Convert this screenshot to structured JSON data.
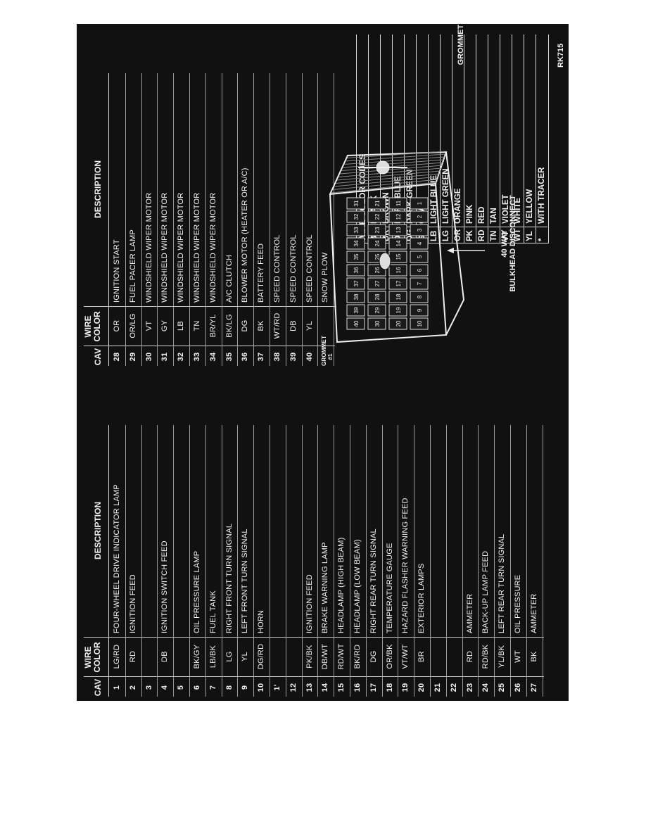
{
  "left_table": {
    "headers": {
      "cav": "CAV",
      "wire_color": "WIRE\nCOLOR",
      "description": "DESCRIPTION"
    },
    "rows": [
      {
        "cav": "1",
        "color": "LG/RD",
        "desc": "FOUR-WHEEL DRIVE INDICATOR LAMP"
      },
      {
        "cav": "2",
        "color": "RD",
        "desc": "IGNITION FEED"
      },
      {
        "cav": "3",
        "color": "",
        "desc": ""
      },
      {
        "cav": "4",
        "color": "DB",
        "desc": "IGNITION SWITCH FEED"
      },
      {
        "cav": "5",
        "color": "",
        "desc": ""
      },
      {
        "cav": "6",
        "color": "BK/GY",
        "desc": "OIL PRESSURE LAMP"
      },
      {
        "cav": "7",
        "color": "LB/BK",
        "desc": "FUEL TANK"
      },
      {
        "cav": "8",
        "color": "LG",
        "desc": "RIGHT FRONT TURN SIGNAL"
      },
      {
        "cav": "9",
        "color": "YL",
        "desc": "LEFT FRONT TURN SIGNAL"
      },
      {
        "cav": "10",
        "color": "DG/RD",
        "desc": "HORN"
      },
      {
        "cav": "1'",
        "color": "",
        "desc": ""
      },
      {
        "cav": "12",
        "color": "",
        "desc": ""
      },
      {
        "cav": "13",
        "color": "PK/BK",
        "desc": "IGNITION FEED"
      },
      {
        "cav": "14",
        "color": "DB/WT",
        "desc": "BRAKE WARNING LAMP"
      },
      {
        "cav": "15",
        "color": "RD/WT",
        "desc": "HEADLAMP (HIGH BEAM)"
      },
      {
        "cav": "16",
        "color": "BK/RD",
        "desc": "HEADLAMP (LOW BEAM)"
      },
      {
        "cav": "17",
        "color": "DG",
        "desc": "RIGHT REAR TURN SIGNAL"
      },
      {
        "cav": "18",
        "color": "OR/BK",
        "desc": "TEMPERATURE GAUGE"
      },
      {
        "cav": "19",
        "color": "VT/WT",
        "desc": "HAZARD FLASHER WARNING FEED"
      },
      {
        "cav": "20",
        "color": "BR",
        "desc": "EXTERIOR LAMPS"
      },
      {
        "cav": "21",
        "color": "",
        "desc": ""
      },
      {
        "cav": "22",
        "color": "",
        "desc": ""
      },
      {
        "cav": "23",
        "color": "RD",
        "desc": "AMMETER"
      },
      {
        "cav": "24",
        "color": "RD/BK",
        "desc": "BACK-UP LAMP FEED"
      },
      {
        "cav": "25",
        "color": "YL/BK",
        "desc": "LEFT REAR TURN SIGNAL"
      },
      {
        "cav": "26",
        "color": "WT",
        "desc": "OIL PRESSURE"
      },
      {
        "cav": "27",
        "color": "BK",
        "desc": "AMMETER"
      }
    ]
  },
  "right_table": {
    "headers": {
      "cav": "CAV",
      "wire_color": "WIRE\nCOLOR",
      "description": "DESCRIPTION"
    },
    "rows": [
      {
        "cav": "28",
        "color": "OR",
        "desc": "IGNITION START"
      },
      {
        "cav": "29",
        "color": "OR/LG",
        "desc": "FUEL PACER LAMP"
      },
      {
        "cav": "30",
        "color": "VT",
        "desc": "WINDSHIELD WIPER MOTOR"
      },
      {
        "cav": "31",
        "color": "GY",
        "desc": "WINDSHIELD WIPER MOTOR"
      },
      {
        "cav": "32",
        "color": "LB",
        "desc": "WINDSHIELD WIPER MOTOR"
      },
      {
        "cav": "33",
        "color": "TN",
        "desc": "WINDSHIELD WIPER MOTOR"
      },
      {
        "cav": "34",
        "color": "BR/YL",
        "desc": "WINDSHIELD WIPER MOTOR"
      },
      {
        "cav": "35",
        "color": "BK/LG",
        "desc": "A/C CLUTCH"
      },
      {
        "cav": "36",
        "color": "DG",
        "desc": "BLOWER MOTOR (HEATER OR A/C)"
      },
      {
        "cav": "37",
        "color": "BK",
        "desc": "BATTERY FEED"
      },
      {
        "cav": "38",
        "color": "WT/RD",
        "desc": "SPEED CONTROL"
      },
      {
        "cav": "39",
        "color": "DB",
        "desc": "SPEED CONTROL"
      },
      {
        "cav": "40",
        "color": "YL",
        "desc": "SPEED CONTROL"
      },
      {
        "cav": "GROMMET\n#1",
        "color": "",
        "desc": "SNOW PLOW"
      }
    ]
  },
  "legend": {
    "title": "WIRE COLOR CODES",
    "items": [
      {
        "code": "BK",
        "name": "BLACK"
      },
      {
        "code": "BR",
        "name": "BROWN"
      },
      {
        "code": "DB",
        "name": "DARK BLUE"
      },
      {
        "code": "DG",
        "name": "DARK GREEN"
      },
      {
        "code": "GY",
        "name": "GRAY"
      },
      {
        "code": "LB",
        "name": "LIGHT BLUE"
      },
      {
        "code": "LG",
        "name": "LIGHT GREEN"
      },
      {
        "code": "OR",
        "name": "ORANGE"
      },
      {
        "code": "PK",
        "name": "PINK"
      },
      {
        "code": "RD",
        "name": "RED"
      },
      {
        "code": "TN",
        "name": "TAN"
      },
      {
        "code": "VT",
        "name": "VIOLET"
      },
      {
        "code": "WT",
        "name": "WHITE"
      },
      {
        "code": "YL",
        "name": "YELLOW"
      },
      {
        "code": "*",
        "name": "WITH TRACER"
      }
    ]
  },
  "diagram": {
    "connector_label": "40 WAY\nBULKHEAD DISCONNECT",
    "grommet_label": "GROMMET #1",
    "cavity_numbers": [
      "40",
      "39",
      "38",
      "37",
      "36",
      "35",
      "34",
      "33",
      "32",
      "31",
      "30",
      "29",
      "28",
      "27",
      "26",
      "25",
      "24",
      "23",
      "22",
      "21",
      "20",
      "19",
      "18",
      "17",
      "16",
      "15",
      "14",
      "13",
      "12",
      "11",
      "10",
      "9",
      "8",
      "7",
      "6",
      "5",
      "4",
      "3",
      "2",
      "1"
    ]
  },
  "figure_id": "RK715",
  "colors": {
    "background": "#111111",
    "foreground": "#f2f2f2",
    "page": "#ffffff"
  }
}
